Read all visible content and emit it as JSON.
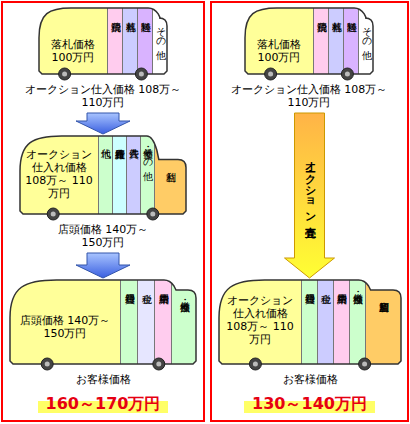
{
  "diagram": {
    "nodes": [
      {
        "text": [
          "オークション仕入価格 108万～110万円"
        ]
      },
      {
        "text": [
          "落札価格 100万円"
        ],
        "in": 0
      },
      {
        "text": [
          "消費税"
        ],
        "in": 0
      },
      {
        "text": [
          "落札料"
        ],
        "in": 0
      },
      {
        "text": [
          "陸送料"
        ],
        "in": 0
      },
      {
        "text": [
          "その他"
        ],
        "in": 0
      },
      {
        "text": [
          "店頭価格 140万～150万円"
        ]
      },
      {
        "text": [
          "オークション 仕入れ価格 108万～ 110万円"
        ],
        "in": 6
      },
      {
        "text": [
          "地代"
        ],
        "in": 6
      },
      {
        "text": [
          "在庫維持費"
        ],
        "in": 6
      },
      {
        "text": [
          "人件費"
        ],
        "in": 6
      },
      {
        "text": [
          "整備・その他"
        ],
        "in": 6
      },
      {
        "text": [
          "利益"
        ],
        "in": 6
      },
      {
        "text": [
          "お客様価格"
        ]
      },
      {
        "text": [
          "店頭価格 140万～150万円"
        ],
        "in": 13
      },
      {
        "text": [
          "登録費用"
        ],
        "in": 13
      },
      {
        "text": [
          "税金"
        ],
        "in": 13
      },
      {
        "text": [
          "納車費用"
        ],
        "in": 13
      },
      {
        "text": [
          "整備・点検"
        ],
        "in": 13
      },
      {
        "text": [
          "オークション仕入価格 108万～110万円"
        ]
      },
      {
        "text": [
          "落札価格 100万円"
        ],
        "in": 19
      },
      {
        "text": [
          "消費税"
        ],
        "in": 19
      },
      {
        "text": [
          "落札料"
        ],
        "in": 19
      },
      {
        "text": [
          "陸送料"
        ],
        "in": 19
      },
      {
        "text": [
          "その他"
        ],
        "in": 19
      },
      {
        "text": [
          "お客様価格"
        ]
      },
      {
        "text": [
          "オークション 仕入れ価格 108万～ 110万円"
        ],
        "in": 25
      },
      {
        "text": [
          "登録費用"
        ],
        "in": 25
      },
      {
        "text": [
          "税金"
        ],
        "in": 25
      },
      {
        "text": [
          "納車費用"
        ],
        "in": 25
      },
      {
        "text": [
          "整備・点検"
        ],
        "in": 25
      },
      {
        "text": [
          "加盟店利益"
        ],
        "in": 25
      }
    ],
    "edges": [
      {
        "from": 0,
        "to": 6,
        "arrow": "to"
      },
      {
        "from": 6,
        "to": 13,
        "arrow": "to"
      },
      {
        "from": 19,
        "to": 25,
        "arrow": "to",
        "label": "オークション直売"
      }
    ],
    "labels": [
      "160～170万円",
      "130～140万円"
    ]
  }
}
